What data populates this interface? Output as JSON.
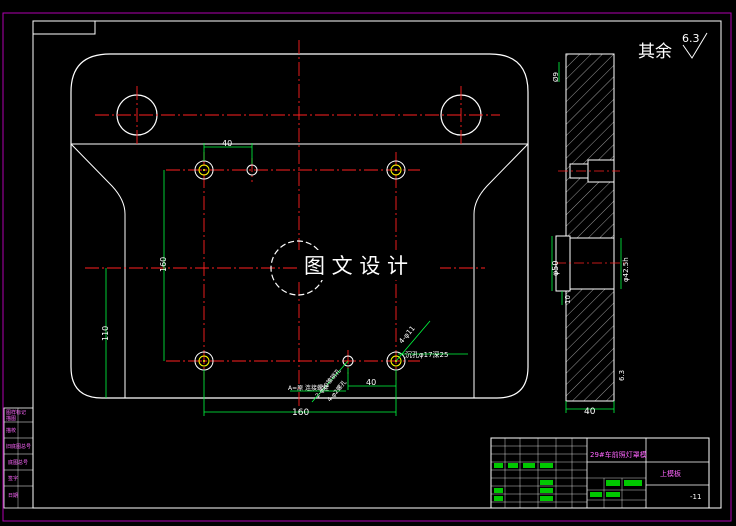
{
  "finish": {
    "label": "其余",
    "value": "6.3"
  },
  "watermark": "图 文 设 计",
  "dims": {
    "d40_top": "40",
    "d160_v": "160",
    "d110": "110",
    "d160_h": "160",
    "d40_low": "40",
    "d4phi11": "4-φ11",
    "counterbore": "沉孔φ17深25",
    "hole_note_a": "2-φ10锥销孔",
    "hole_note_b": "4-φ2螺孔",
    "bottom_note": "A=原 连接螺栓",
    "side_d_top": "Ø9",
    "side_phi50": "φ50",
    "side_phi42": "φ42.5h",
    "side_10": "10",
    "side_roughness": "6.3",
    "side_40": "40"
  },
  "titleblock": {
    "project": "29#车前照灯罩模",
    "part_name": "上模板",
    "drawing_no": "-11"
  },
  "left_strip": [
    "图样标记",
    "描图",
    "描校",
    "旧底图总号",
    "底图总号",
    "签字",
    "日期"
  ]
}
